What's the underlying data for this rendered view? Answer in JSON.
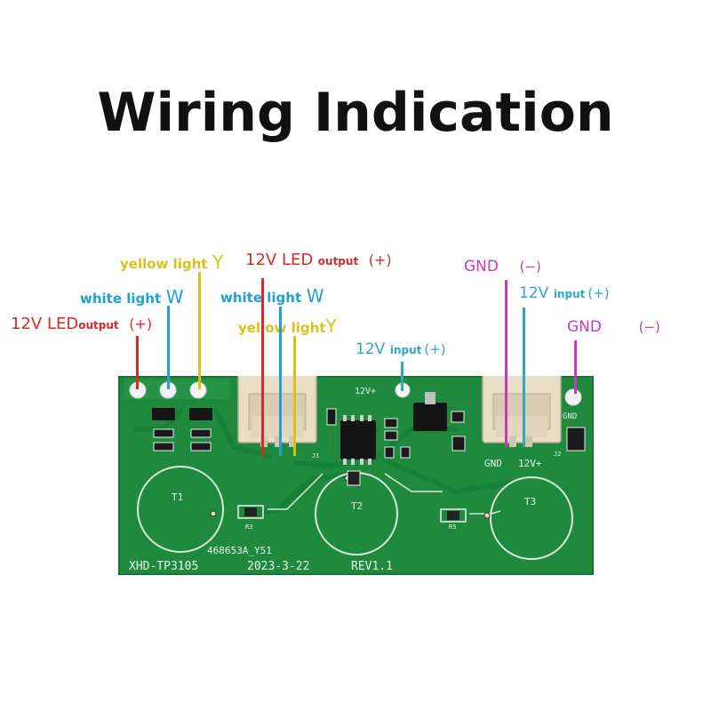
{
  "title": "Wiring Indication",
  "labels": {
    "yellow_light_left": {
      "text": "yellow light",
      "suffix": "Y"
    },
    "white_light_left": {
      "text": "white light",
      "suffix": "W"
    },
    "led_out_left": {
      "main": "12V  LED",
      "sub": "output",
      "sign": "(+)"
    },
    "led_out_mid": {
      "main": "12V  LED",
      "sub": "output",
      "sign": "(+)"
    },
    "white_light_mid": {
      "text": "white light",
      "suffix": "W"
    },
    "yellow_light_mid": {
      "text": "yellow light",
      "suffix": "Y"
    },
    "input_mid": {
      "main": "12V",
      "sub": "input",
      "sign": "(+)"
    },
    "gnd_top": {
      "main": "GND",
      "sign": "(−)"
    },
    "input_right": {
      "main": "12V",
      "sub": "input",
      "sign": "(+)"
    },
    "gnd_right": {
      "main": "GND",
      "sign": "(−)"
    }
  },
  "board": {
    "model": "XHD-TP3105",
    "date": "2023-3-22",
    "rev": "REV1.1",
    "batch": "468653A_Y51",
    "pads": {
      "v12_top": "12V+",
      "gnd": "GND",
      "j2_gnd": "GND",
      "j2_12v": "12V+",
      "j1": "J1",
      "j2": "J2"
    },
    "touch": [
      "T1",
      "T2",
      "T3"
    ],
    "resistors": [
      "R3",
      "R5"
    ]
  },
  "colors": {
    "pcb": "#1f8a3e",
    "red": "#d62a2a",
    "yellow": "#d8c21a",
    "blue": "#1fa0d6",
    "magenta": "#c33bbd",
    "teal": "#2ea7c6"
  }
}
